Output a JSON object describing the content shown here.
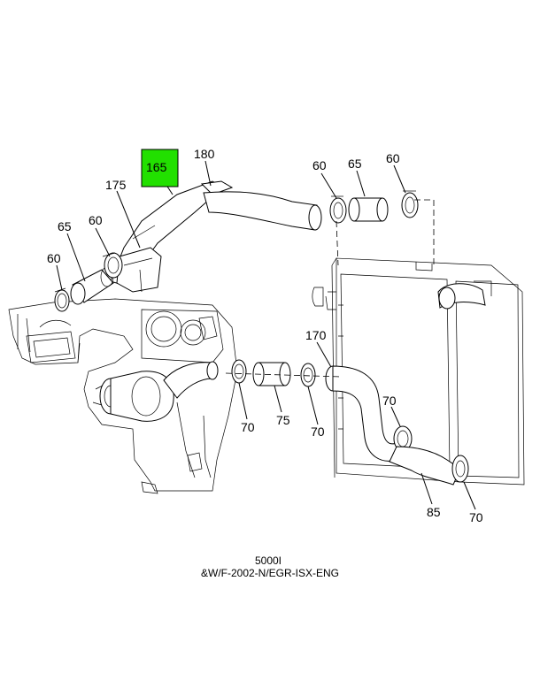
{
  "callouts": {
    "c165": "165",
    "c180": "180",
    "c175": "175",
    "c60_top_left": "60",
    "c65_left": "65",
    "c60_far_left": "60",
    "c60_top_mid": "60",
    "c65_top": "65",
    "c60_top_right": "60",
    "c170": "170",
    "c70_mid_left": "70",
    "c75": "75",
    "c70_mid_right": "70",
    "c70_right": "70",
    "c85": "85",
    "c70_bottom_right": "70"
  },
  "caption": {
    "line1": "5000I",
    "line2": "&W/F-2002-N/EGR-ISX-ENG"
  },
  "colors": {
    "highlight": "#22e000",
    "line": "#000000"
  }
}
